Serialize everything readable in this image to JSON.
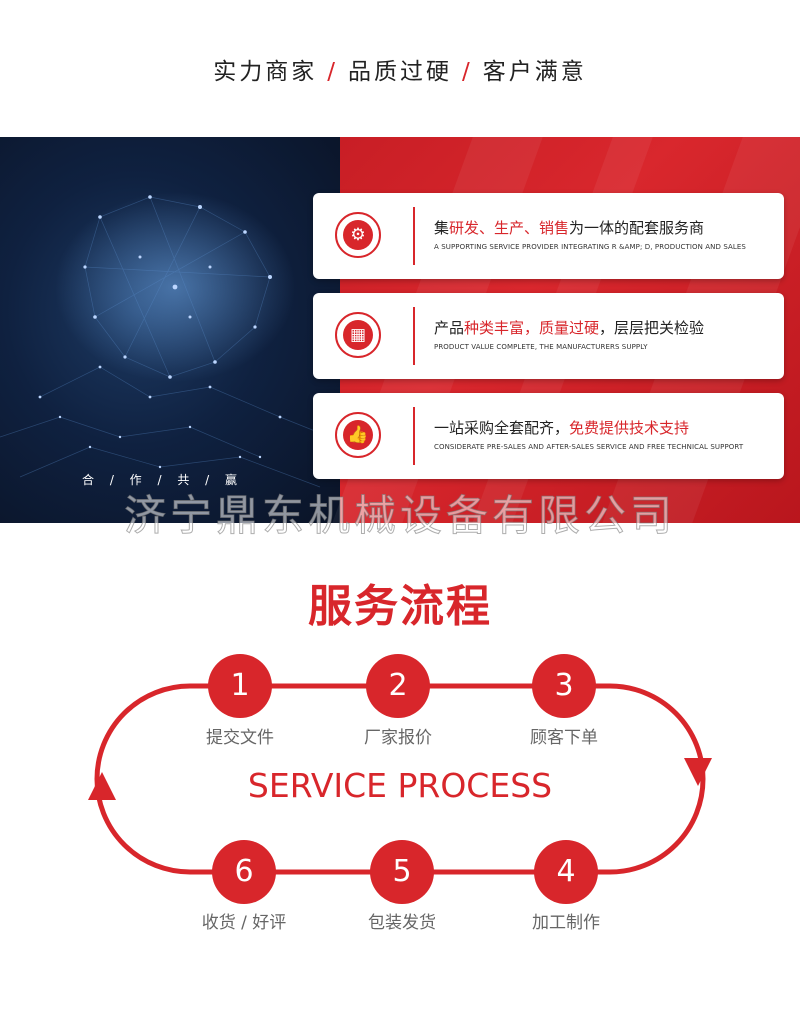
{
  "top": {
    "part1": "实力商家",
    "part2": "品质过硬",
    "part3": "客户满意",
    "sep": "/"
  },
  "banner": {
    "caption": "合 / 作 / 共 / 赢",
    "cards": [
      {
        "icon": "gear-icon",
        "h_pre": "集",
        "h_hl": "研发、生产、销售",
        "h_post": "为一体的配套服务商",
        "sub": "A SUPPORTING SERVICE PROVIDER INTEGRATING R &AMP; D, PRODUCTION AND SALES"
      },
      {
        "icon": "calendar-icon",
        "h_pre": "产品",
        "h_hl": "种类丰富，质量过硬",
        "h_post": "，层层把关检验",
        "sub": "PRODUCT VALUE COMPLETE, THE MANUFACTURERS SUPPLY"
      },
      {
        "icon": "thumbs-up-icon",
        "h_pre": "一站采购全套配齐，",
        "h_hl": "免费提供技术支持",
        "h_post": "",
        "sub": "CONSIDERATE PRE-SALES AND AFTER-SALES SERVICE AND FREE TECHNICAL SUPPORT"
      }
    ]
  },
  "watermark": "济宁鼎东机械设备有限公司",
  "process": {
    "title": "服务流程",
    "subtitle": "SERVICE PROCESS",
    "steps": [
      {
        "num": "1",
        "label": "提交文件"
      },
      {
        "num": "2",
        "label": "厂家报价"
      },
      {
        "num": "3",
        "label": "顾客下单"
      },
      {
        "num": "4",
        "label": "加工制作"
      },
      {
        "num": "5",
        "label": "包装发货"
      },
      {
        "num": "6",
        "label": "收货 / 好评"
      }
    ]
  },
  "colors": {
    "accent": "#d8262b",
    "dark": "#0f2140"
  }
}
